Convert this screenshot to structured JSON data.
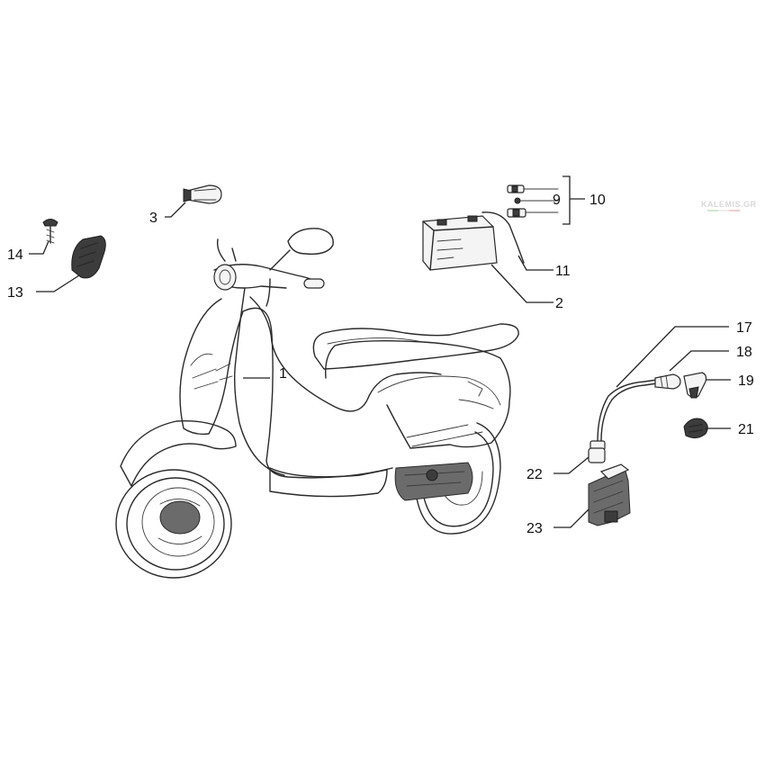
{
  "watermark": "KALEMIS.GR",
  "colors": {
    "line": "#2a2a2a",
    "background": "#ffffff",
    "watermark": "#d8d8d8"
  },
  "callouts": {
    "c1": "1",
    "c2": "2",
    "c3": "3",
    "c9": "9",
    "c10": "10",
    "c11": "11",
    "c13": "13",
    "c14": "14",
    "c17": "17",
    "c18": "18",
    "c19": "19",
    "c21": "21",
    "c22": "22",
    "c23": "23"
  },
  "parts": [
    "scooter",
    "horn",
    "screw",
    "cover",
    "battery-fuse",
    "battery-cable",
    "battery",
    "hv-cable",
    "spark-plug-cap",
    "spark-plug-boot",
    "grommet",
    "cable-terminal",
    "ignition-coil"
  ]
}
